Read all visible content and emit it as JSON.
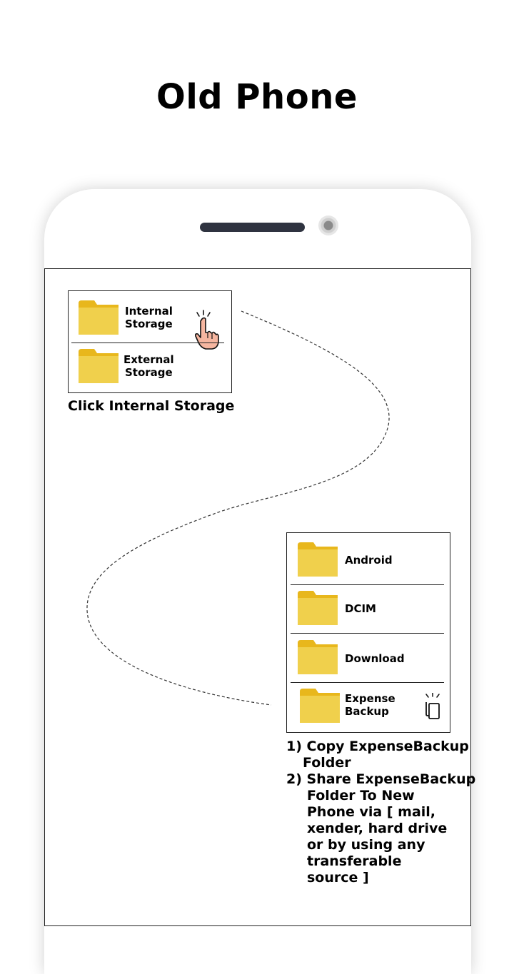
{
  "title": "Old Phone",
  "storage_panel": {
    "items": [
      {
        "label_line1": "Internal",
        "label_line2": "Storage"
      },
      {
        "label_line1": "External",
        "label_line2": "Storage"
      }
    ],
    "caption": "Click Internal Storage"
  },
  "folders_panel": {
    "items": [
      {
        "label": "Android"
      },
      {
        "label": "DCIM"
      },
      {
        "label": "Download"
      },
      {
        "label_line1": "Expense",
        "label_line2": "Backup"
      }
    ]
  },
  "instructions": {
    "step1_line1": "1) Copy ExpenseBackup",
    "step1_line2": "Folder",
    "step2_line1": "2) Share ExpenseBackup",
    "step2_line2": "Folder To New",
    "step2_line3": "Phone via [ mail,",
    "step2_line4": "xender, hard drive",
    "step2_line5": "or by using any",
    "step2_line6": "transferable",
    "step2_line7": "source ]"
  },
  "colors": {
    "folder_front": "#f0d04c",
    "folder_back": "#e8b71c"
  },
  "icons": {
    "tap": "hand-pointer-icon",
    "copy": "copy-icon",
    "folder": "folder-icon"
  }
}
